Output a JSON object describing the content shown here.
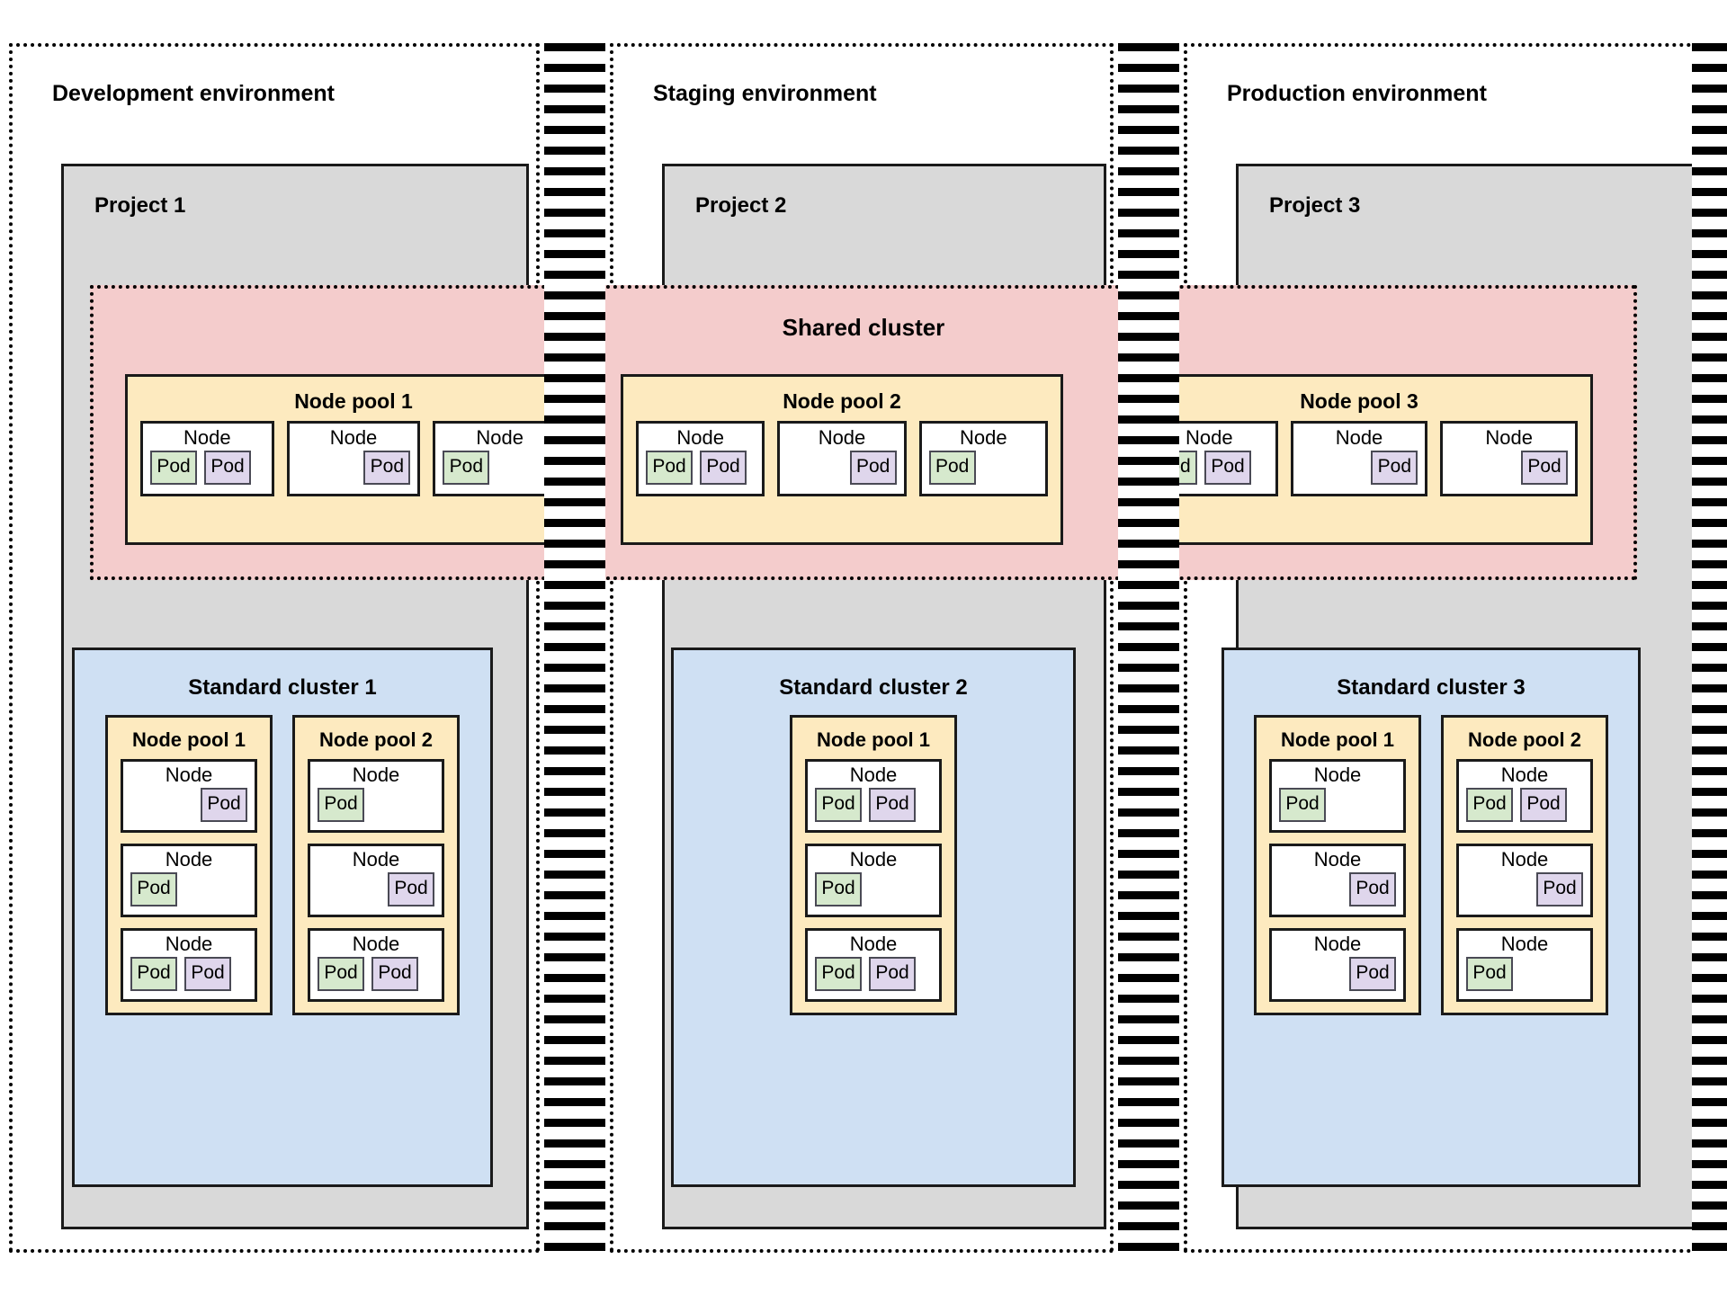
{
  "diagram": {
    "title_labels": {
      "node": "Node",
      "pod": "Pod"
    },
    "colors": {
      "shared_cluster_bg": "#f4cccc",
      "standard_cluster_bg": "#cfe0f3",
      "node_pool_bg": "#fdeabf",
      "project_bg": "#d9d9d9",
      "pod_green": "#d6e9cd",
      "pod_purple": "#dfd6ec",
      "border": "#1a1a1a"
    },
    "environments": [
      {
        "label": "Development environment",
        "project": "Project 1"
      },
      {
        "label": "Staging environment",
        "project": "Project 2"
      },
      {
        "label": "Production environment",
        "project": "Project 3"
      }
    ],
    "shared_cluster": {
      "label": "Shared cluster",
      "node_pools": [
        {
          "label": "Node pool 1",
          "nodes": [
            {
              "label": "Node",
              "pods": [
                "green",
                "purple"
              ],
              "align": "both"
            },
            {
              "label": "Node",
              "pods": [
                "purple"
              ],
              "align": "right"
            },
            {
              "label": "Node",
              "pods": [
                "green"
              ],
              "align": "left"
            }
          ]
        },
        {
          "label": "Node pool 2",
          "nodes": [
            {
              "label": "Node",
              "pods": [
                "green",
                "purple"
              ],
              "align": "both"
            },
            {
              "label": "Node",
              "pods": [
                "purple"
              ],
              "align": "right"
            },
            {
              "label": "Node",
              "pods": [
                "green"
              ],
              "align": "left"
            }
          ]
        },
        {
          "label": "Node pool 3",
          "nodes": [
            {
              "label": "Node",
              "pods": [
                "green",
                "purple"
              ],
              "align": "both"
            },
            {
              "label": "Node",
              "pods": [
                "purple"
              ],
              "align": "right"
            },
            {
              "label": "Node",
              "pods": [
                "purple"
              ],
              "align": "right"
            }
          ]
        }
      ]
    },
    "standard_clusters": [
      {
        "label": "Standard cluster 1",
        "node_pools": [
          {
            "label": "Node pool 1",
            "nodes": [
              {
                "label": "Node",
                "pods": [
                  "purple"
                ],
                "align": "right"
              },
              {
                "label": "Node",
                "pods": [
                  "green"
                ],
                "align": "left"
              },
              {
                "label": "Node",
                "pods": [
                  "green",
                  "purple"
                ],
                "align": "both"
              }
            ]
          },
          {
            "label": "Node pool 2",
            "nodes": [
              {
                "label": "Node",
                "pods": [
                  "green"
                ],
                "align": "left"
              },
              {
                "label": "Node",
                "pods": [
                  "purple"
                ],
                "align": "right"
              },
              {
                "label": "Node",
                "pods": [
                  "green",
                  "purple"
                ],
                "align": "both"
              }
            ]
          }
        ]
      },
      {
        "label": "Standard cluster 2",
        "node_pools": [
          {
            "label": "Node pool 1",
            "nodes": [
              {
                "label": "Node",
                "pods": [
                  "green",
                  "purple"
                ],
                "align": "both"
              },
              {
                "label": "Node",
                "pods": [
                  "green"
                ],
                "align": "left"
              },
              {
                "label": "Node",
                "pods": [
                  "green",
                  "purple"
                ],
                "align": "both"
              }
            ]
          }
        ]
      },
      {
        "label": "Standard cluster 3",
        "node_pools": [
          {
            "label": "Node pool 1",
            "nodes": [
              {
                "label": "Node",
                "pods": [
                  "green"
                ],
                "align": "left"
              },
              {
                "label": "Node",
                "pods": [
                  "purple"
                ],
                "align": "right"
              },
              {
                "label": "Node",
                "pods": [
                  "purple"
                ],
                "align": "right"
              }
            ]
          },
          {
            "label": "Node pool 2",
            "nodes": [
              {
                "label": "Node",
                "pods": [
                  "green",
                  "purple"
                ],
                "align": "both"
              },
              {
                "label": "Node",
                "pods": [
                  "purple"
                ],
                "align": "right"
              },
              {
                "label": "Node",
                "pods": [
                  "green"
                ],
                "align": "left"
              }
            ]
          }
        ]
      }
    ]
  }
}
